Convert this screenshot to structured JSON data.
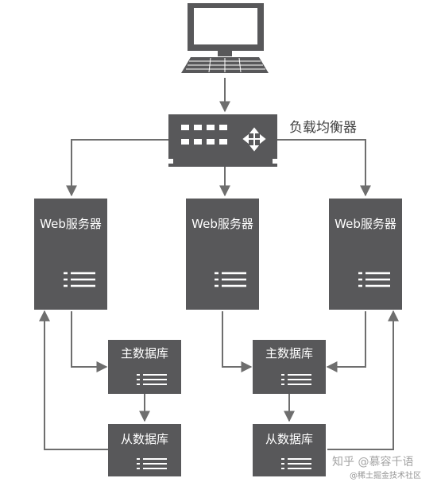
{
  "diagram": {
    "load_balancer_label": "负载均衡器",
    "web_servers": [
      {
        "label": "Web服务器"
      },
      {
        "label": "Web服务器"
      },
      {
        "label": "Web服务器"
      }
    ],
    "db_groups": [
      {
        "master_label": "主数据库",
        "slave_label": "从数据库"
      },
      {
        "master_label": "主数据库",
        "slave_label": "从数据库"
      }
    ],
    "watermark": {
      "line1": "知乎 @慕容千语",
      "line2": "@稀土掘金技术社区"
    },
    "colors": {
      "node_fill": "#58585a",
      "arrow": "#6e6e6e",
      "text_on_node": "#ffffff",
      "text_dark": "#404040"
    }
  }
}
